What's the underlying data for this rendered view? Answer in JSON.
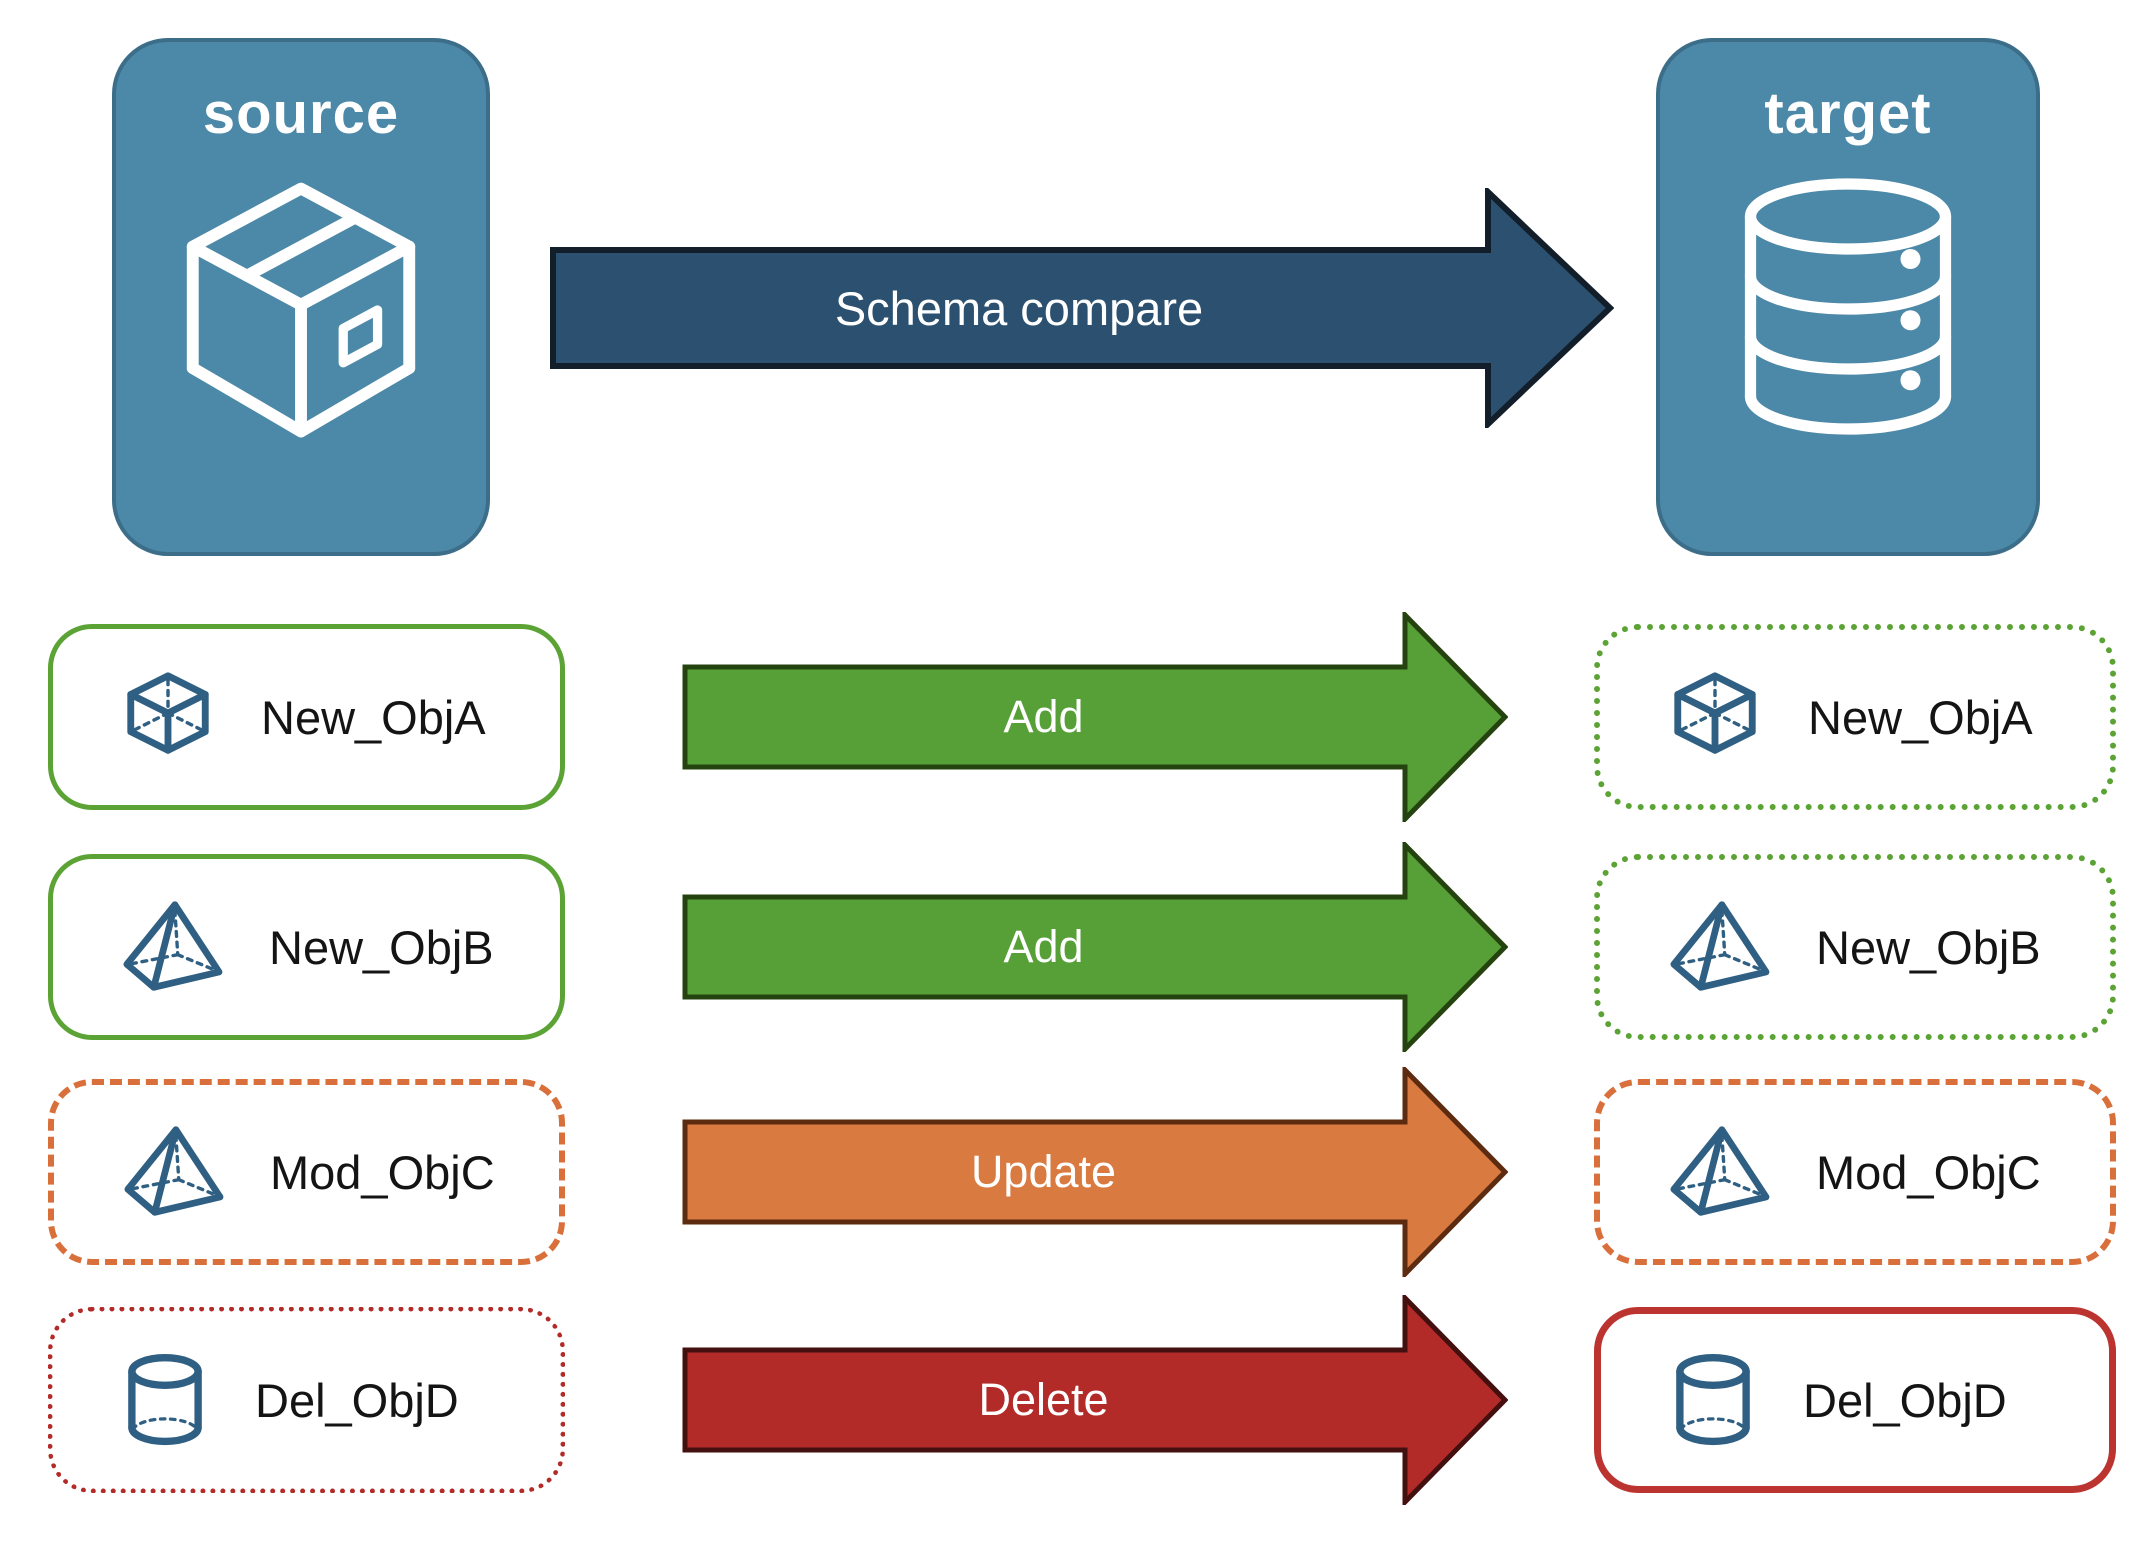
{
  "nodes": {
    "source": {
      "label": "source",
      "icon": "package-icon",
      "fill": "#4c88a7",
      "text_color": "#ffffff"
    },
    "target": {
      "label": "target",
      "icon": "database-icon",
      "fill": "#4c88a7",
      "text_color": "#ffffff"
    }
  },
  "main_arrow": {
    "label": "Schema compare",
    "fill": "#2c5170",
    "outline": "#121f2b"
  },
  "rows": [
    {
      "object": "New_ObjA",
      "icon": "cube-icon",
      "action": "Add",
      "action_color": "#57a038",
      "source_card_border": "solid green",
      "target_card_border": "dotted green"
    },
    {
      "object": "New_ObjB",
      "icon": "pyramid-icon",
      "action": "Add",
      "action_color": "#57a038",
      "source_card_border": "solid green",
      "target_card_border": "dotted green"
    },
    {
      "object": "Mod_ObjC",
      "icon": "pyramid-icon",
      "action": "Update",
      "action_color": "#d97a40",
      "source_card_border": "dashed orange",
      "target_card_border": "dashed orange"
    },
    {
      "object": "Del_ObjD",
      "icon": "cylinder-icon",
      "action": "Delete",
      "action_color": "#b32b28",
      "source_card_border": "dotted red",
      "target_card_border": "solid red"
    }
  ],
  "colors": {
    "node_blue": "#4c88a7",
    "node_border": "#3c6e89",
    "icon_steel_blue": "#2f5f82",
    "add_green": "#57a038",
    "update_orange": "#d97a40",
    "delete_red": "#b32b28",
    "green_border": "#5ca336",
    "orange_border": "#d9703c",
    "red_border": "#b32b28"
  }
}
